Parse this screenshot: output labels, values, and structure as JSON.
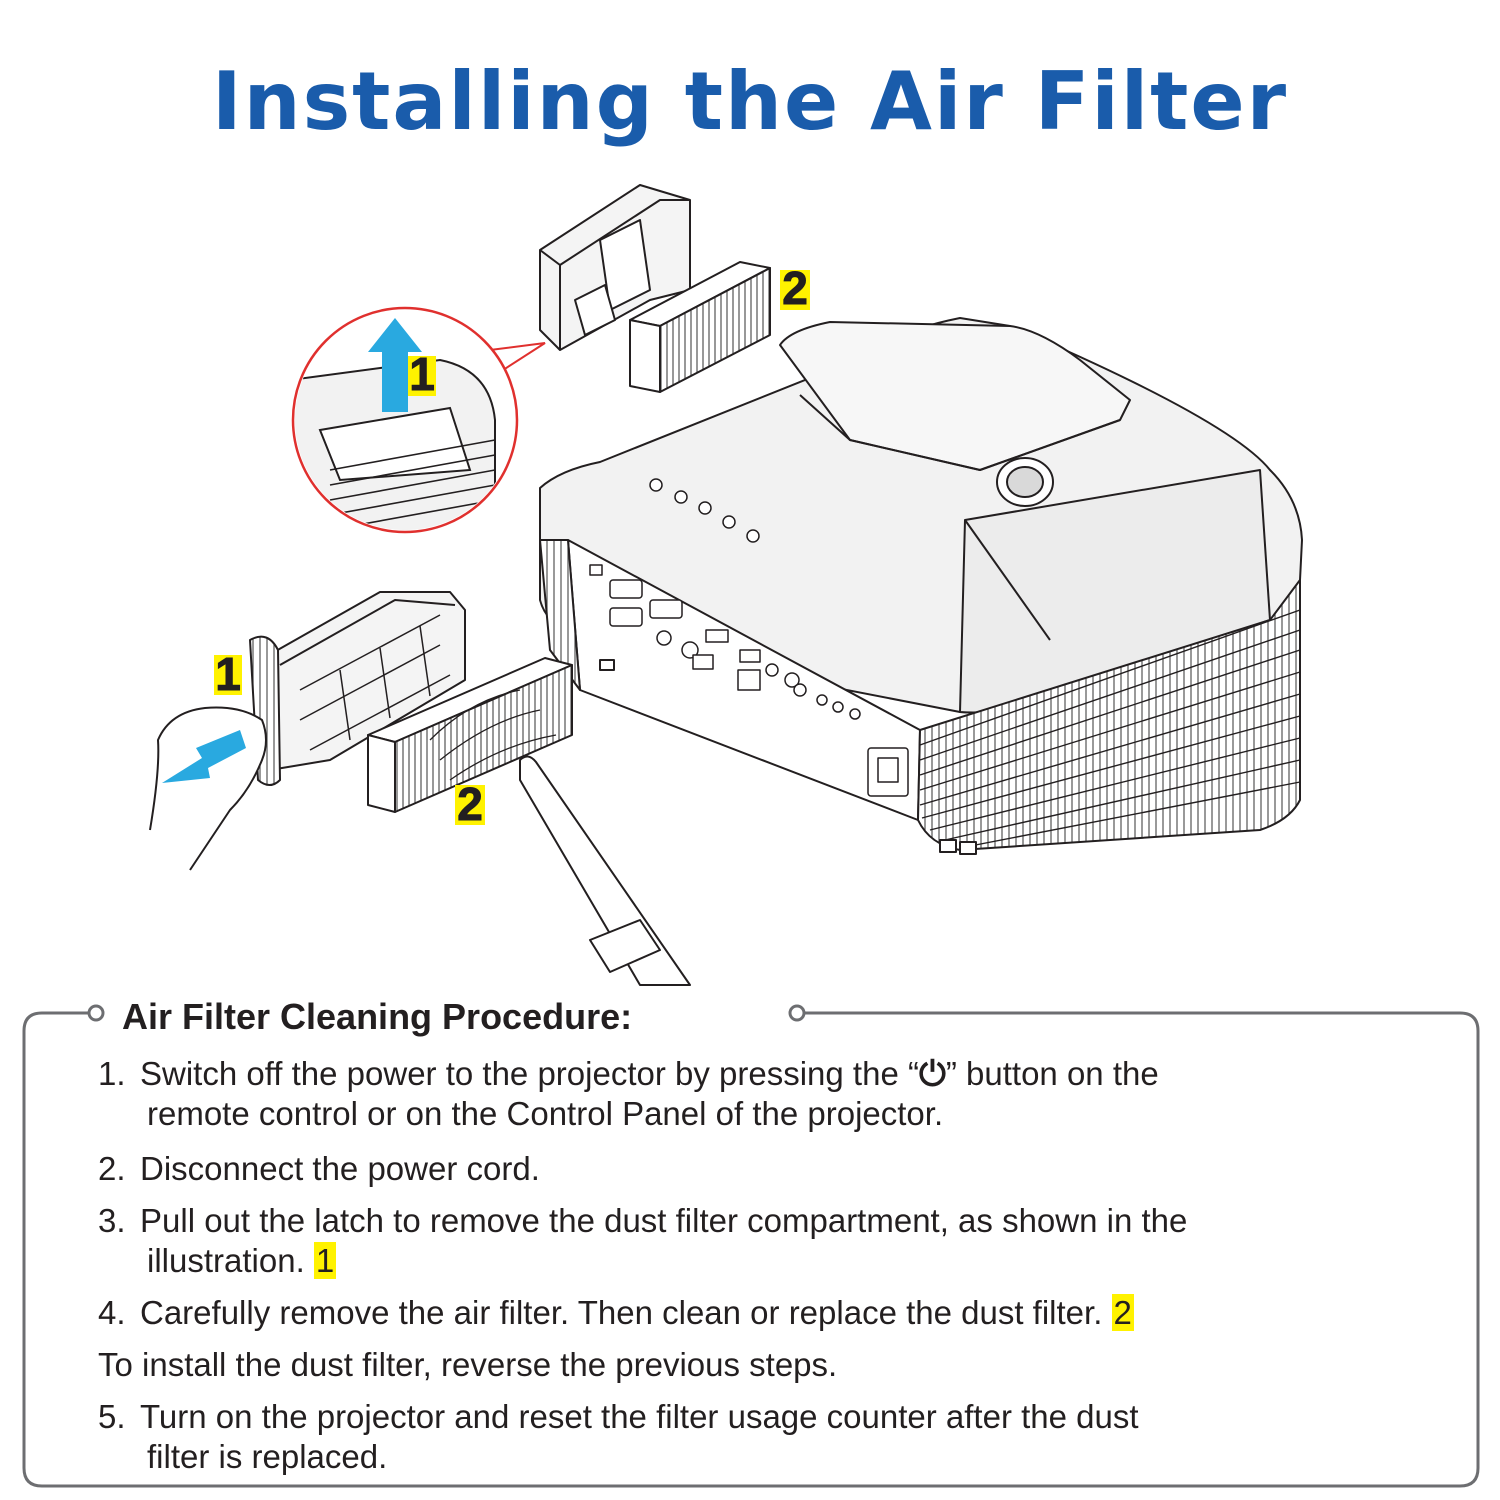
{
  "title": "Installing the Air Filter",
  "illustration": {
    "callouts": [
      "1",
      "2"
    ],
    "icons": [
      "projector",
      "filter-cover",
      "air-filter",
      "hand",
      "pull-arrow",
      "lift-arrow",
      "magnifier-circle",
      "vacuum-nozzle"
    ]
  },
  "procedure": {
    "heading": "Air Filter Cleaning Procedure:",
    "power_symbol": "⏻",
    "steps": [
      {
        "number": "1.",
        "text_before": "Switch off  the power to the projector by pressing the “",
        "text_after": "” button on the",
        "line2": "remote control or on the Control Panel of  the projector."
      },
      {
        "number": "2.",
        "text": "Disconnect the power cord."
      },
      {
        "number": "3.",
        "text": "Pull out the latch to remove the dust filter compartment, as shown in the",
        "line2": "illustration.",
        "ref": "1"
      },
      {
        "number": "4.",
        "text": "Carefully remove the air filter. Then clean or replace the dust filter.",
        "ref": "2"
      },
      {
        "number": "",
        "text": "To install the dust filter, reverse the previous steps."
      },
      {
        "number": "5.",
        "text": "Turn on the projector and reset the filter usage counter after the dust",
        "line2": "filter is replaced."
      }
    ]
  },
  "colors": {
    "title": "#1a5cab",
    "highlight": "#fff200",
    "arrow": "#29a9e0",
    "callout_circle": "#e0302e"
  }
}
